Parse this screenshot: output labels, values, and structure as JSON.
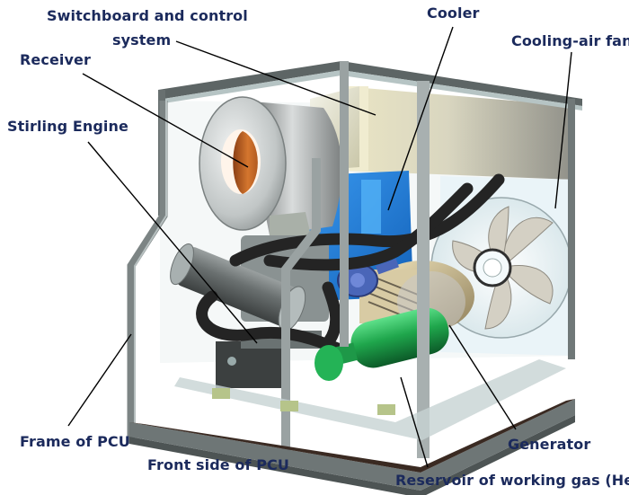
{
  "figure": {
    "subject": "Stirling engine power conversion unit (PCU) — 3D cutaway rendering",
    "label_color": "#1b2a5c",
    "labels": {
      "switchboard_line1": "Switchboard and control",
      "switchboard_line2": "system",
      "receiver": "Receiver",
      "stirling_engine": "Stirling Engine",
      "cooler": "Cooler",
      "cooling_air_fan": "Cooling-air fan",
      "frame_of_pcu": "Frame of PCU",
      "front_side_of_pcu": "Front side of PCU",
      "generator": "Generator",
      "reservoir": "Reservoir of  working gas (He)"
    },
    "colors": {
      "frame": "#6e7676",
      "frame_light": "#a6b0b0",
      "switchboard": "#e8e4c8",
      "cooler": "#1e78d8",
      "fan_panel": "#eef6fa",
      "receiver_housing": "#c8cccc",
      "receiver_window": "#c0662a",
      "hoses": "#262626",
      "reservoir": "#1f9a48",
      "generator": "#d8c9a0",
      "valve": "#4a66b8"
    }
  }
}
